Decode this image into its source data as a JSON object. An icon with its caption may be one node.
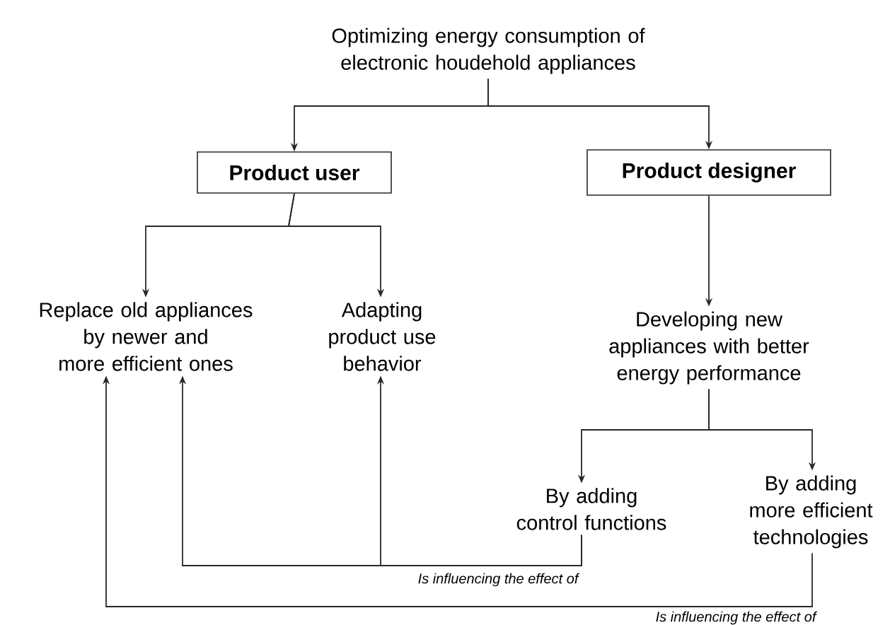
{
  "diagram": {
    "nodes": [
      {
        "text": [
          "Optimizing energy consumption of electronic houdehold appliances"
        ]
      },
      {
        "text": [
          "Product user"
        ]
      },
      {
        "text": [
          "Product designer"
        ]
      },
      {
        "text": [
          "Replace old appliances by newer and more efficient ones"
        ]
      },
      {
        "text": [
          "Adapting product use behavior"
        ]
      },
      {
        "text": [
          "Developing new appliances with better energy performance"
        ]
      },
      {
        "text": [
          "By adding control functions"
        ]
      },
      {
        "text": [
          "By adding more efficient technologies"
        ]
      }
    ],
    "edges": [
      {
        "from": 0,
        "to": 1,
        "arrow": "to"
      },
      {
        "from": 0,
        "to": 2,
        "arrow": "to"
      },
      {
        "from": 1,
        "to": 3,
        "arrow": "to"
      },
      {
        "from": 1,
        "to": 4,
        "arrow": "to"
      },
      {
        "from": 2,
        "to": 5,
        "arrow": "to"
      },
      {
        "from": 5,
        "to": 6,
        "arrow": "to"
      },
      {
        "from": 5,
        "to": 7,
        "arrow": "to"
      },
      {
        "from": 6,
        "to": 3,
        "arrow": "to",
        "label": "Is influencing the effect of"
      },
      {
        "from": 6,
        "to": 4,
        "arrow": "to"
      },
      {
        "from": 7,
        "to": 3,
        "arrow": "to",
        "label": "Is influencing the effect of"
      }
    ]
  }
}
